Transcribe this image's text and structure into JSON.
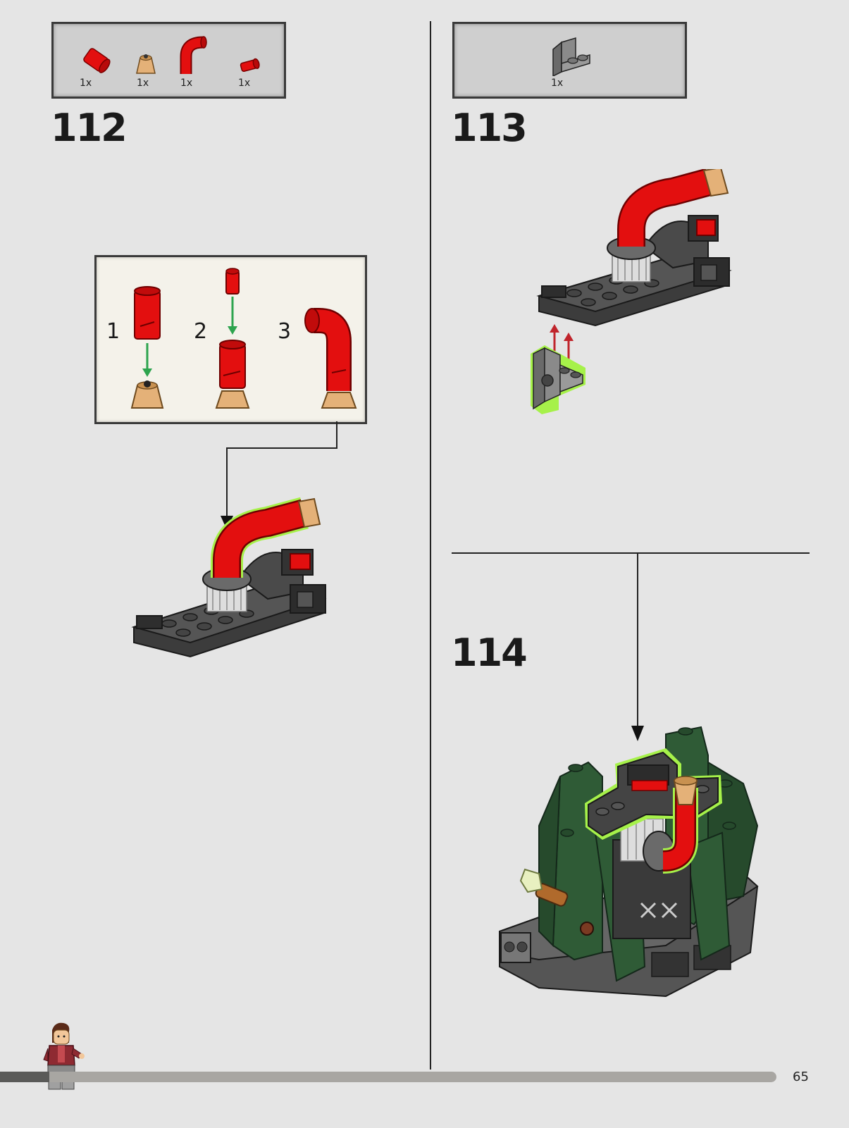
{
  "page_number": "65",
  "steps": [
    {
      "number": "112",
      "parts": [
        {
          "qty": "1x",
          "icon": "red-round-brick-icon"
        },
        {
          "qty": "1x",
          "icon": "tan-cone-icon"
        },
        {
          "qty": "1x",
          "icon": "red-bent-pipe-icon"
        },
        {
          "qty": "1x",
          "icon": "red-small-connector-icon"
        }
      ],
      "substeps": [
        "1",
        "2",
        "3"
      ]
    },
    {
      "number": "113",
      "parts": [
        {
          "qty": "1x",
          "icon": "gray-bracket-icon"
        }
      ]
    },
    {
      "number": "114",
      "parts": []
    }
  ],
  "colors": {
    "background": "#e5e5e5",
    "part_red": "#e30f0f",
    "part_tan": "#e4b178",
    "part_dark_gray": "#3c3c3c",
    "part_green": "#2f5b36",
    "highlight": "#a6f14a",
    "arrow_green": "#2da44e",
    "arrow_red": "#c0242b"
  }
}
